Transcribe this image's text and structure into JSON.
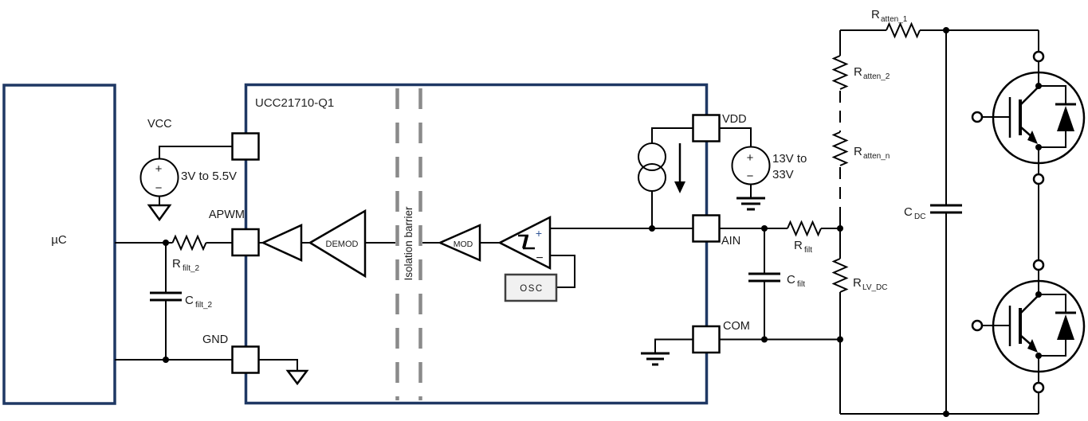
{
  "chip": {
    "name": "UCC21710-Q1"
  },
  "mcu": {
    "label": "µC"
  },
  "pins": {
    "vcc": "VCC",
    "apwm": "APWM",
    "gnd": "GND",
    "vdd": "VDD",
    "ain": "AIN",
    "com": "COM"
  },
  "blocks": {
    "demod": "DEMOD",
    "mod": "MOD",
    "osc": "OSC"
  },
  "barrier": {
    "label": "Isolation barrier"
  },
  "comparator": {
    "plus": "+",
    "minus": "−"
  },
  "sources": {
    "vcc": {
      "plus": "+",
      "minus": "−",
      "label": "3V to 5.5V"
    },
    "vdd": {
      "plus": "+",
      "minus": "−",
      "label1": "13V to",
      "label2": "33V"
    }
  },
  "components": {
    "r_filt_2": {
      "main": "R",
      "sub": "filt_2"
    },
    "c_filt_2": {
      "main": "C",
      "sub": "filt_2"
    },
    "r_filt": {
      "main": "R",
      "sub": "filt"
    },
    "c_filt": {
      "main": "C",
      "sub": "filt"
    },
    "r_lv_dc": {
      "main": "R",
      "sub": "LV_DC"
    },
    "r_atten_1": {
      "main": "R",
      "sub": "atten_1"
    },
    "r_atten_2": {
      "main": "R",
      "sub": "atten_2"
    },
    "r_atten_n": {
      "main": "R",
      "sub": "atten_n"
    },
    "c_dc": {
      "main": "C",
      "sub": "DC"
    }
  },
  "colors": {
    "chip_border": "#1f3864",
    "wire": "#000000",
    "barrier_dash": "#8a8a8a",
    "osc_fill": "#f1f1f1",
    "background": "#ffffff"
  }
}
